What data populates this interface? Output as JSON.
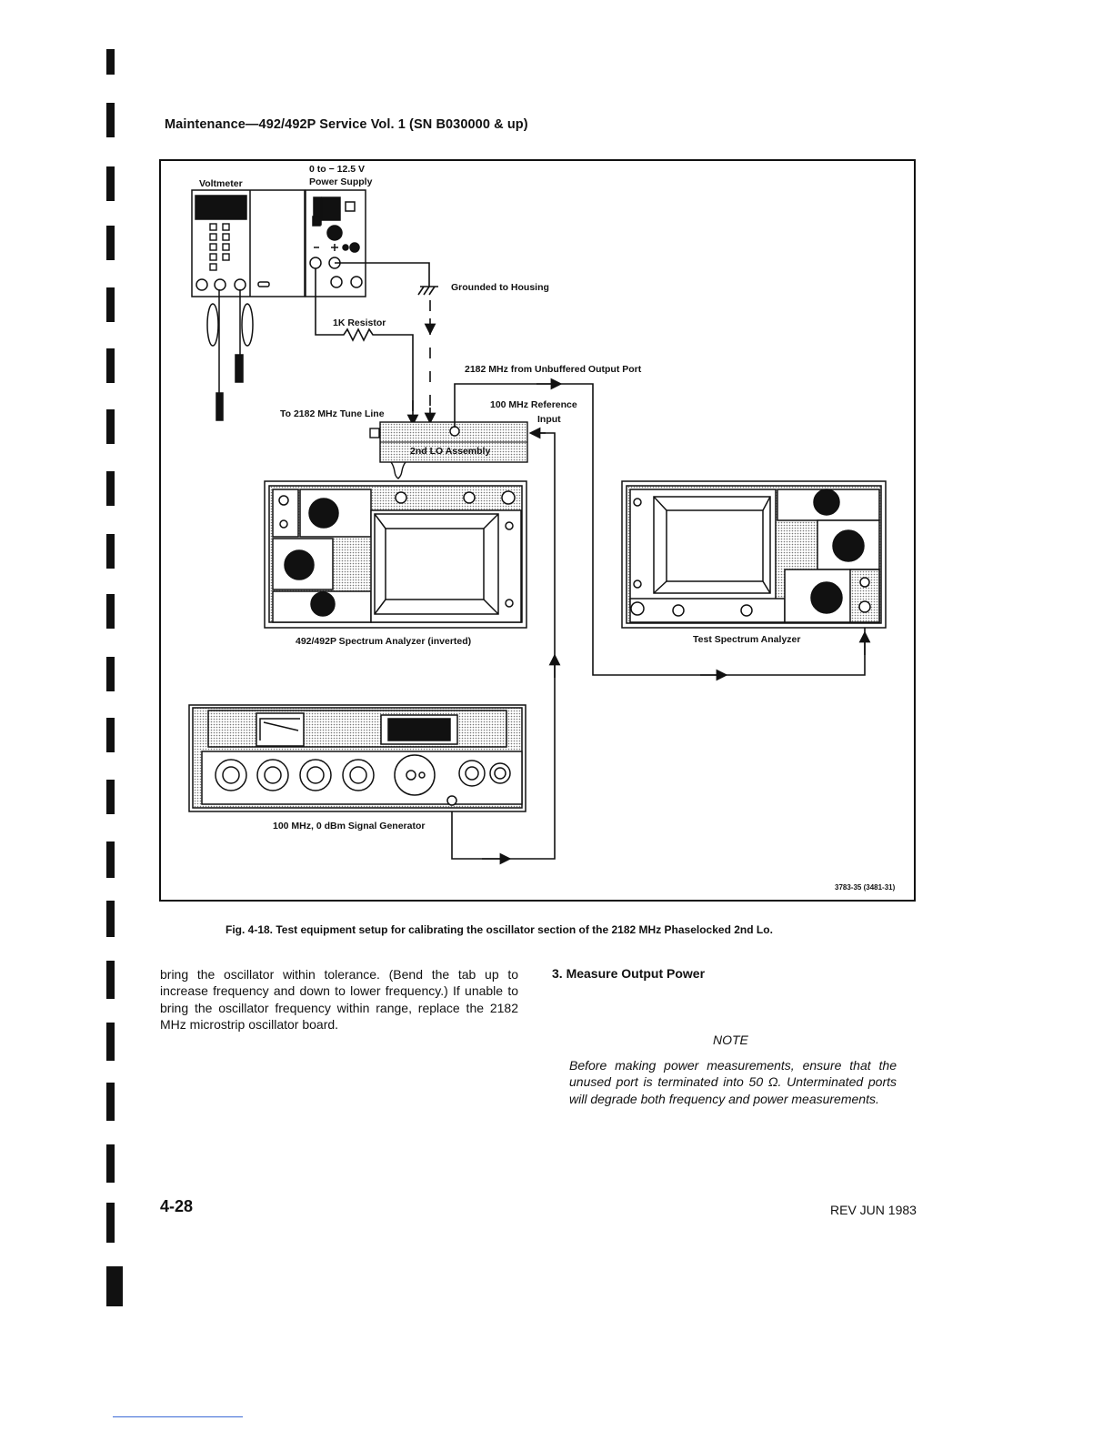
{
  "page": {
    "header": "Maintenance—492/492P Service Vol. 1 (SN B030000 & up)",
    "page_number": "4-28",
    "revision": "REV JUN 1983"
  },
  "figure": {
    "labels": {
      "voltmeter": "Voltmeter",
      "power_supply_range": "0 to − 12.5 V",
      "power_supply": "Power Supply",
      "grounded": "Grounded to Housing",
      "resistor": "1K Resistor",
      "output_port": "2182 MHz from Unbuffered Output Port",
      "reference_input_1": "100 MHz Reference",
      "reference_input_2": "Input",
      "tune_line": "To 2182 MHz Tune Line",
      "lo_assembly": "2nd LO Assembly",
      "analyzer_492": "492/492P Spectrum Analyzer (inverted)",
      "test_analyzer": "Test Spectrum Analyzer",
      "signal_generator": "100 MHz, 0 dBm Signal Generator",
      "figure_id": "3783-35 (3481-31)"
    },
    "caption": "Fig. 4-18. Test equipment setup for calibrating the oscillator section of the 2182 MHz Phaselocked 2nd Lo."
  },
  "body": {
    "left_paragraph": "bring the oscillator within tolerance. (Bend the tab up to increase frequency and down to lower frequency.) If unable to bring the oscillator frequency within range, replace the 2182 MHz microstrip oscillator board.",
    "step_heading": "3. Measure Output Power",
    "note_heading": "NOTE",
    "note_text": "Before making power measurements, ensure that the unused port is terminated into 50 Ω. Unterminated ports will degrade both frequency and power measurements."
  }
}
